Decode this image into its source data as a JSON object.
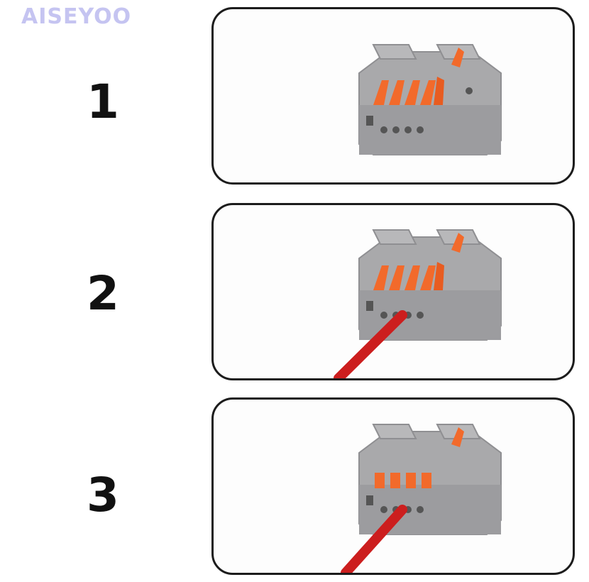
{
  "brand": {
    "logo_text": "AISEYOO",
    "color": "#c5c4f1"
  },
  "steps": [
    {
      "number": "1",
      "lever_state": "open",
      "wire": false
    },
    {
      "number": "2",
      "lever_state": "open",
      "wire": true
    },
    {
      "number": "3",
      "lever_state": "closed",
      "wire": true
    }
  ],
  "colors": {
    "connector_body": "#a9a9ab",
    "lever": "#f26a2b",
    "wire": "#cc1e1e",
    "panel_border": "#1c1c1c"
  },
  "icons": [
    "wire-connector-icon",
    "red-wire-icon"
  ]
}
